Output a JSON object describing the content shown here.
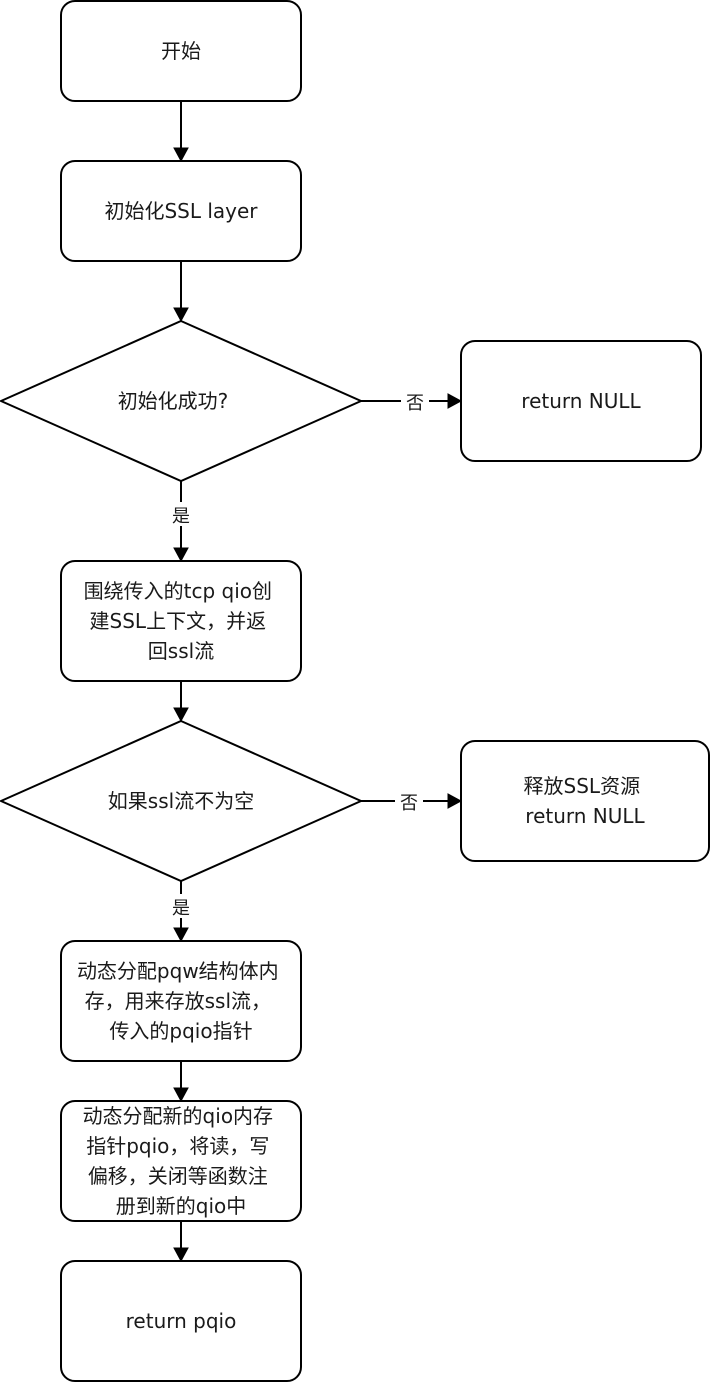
{
  "nodes": {
    "start": {
      "lines": [
        "开始"
      ]
    },
    "init_ssl": {
      "lines": [
        "初始化SSL layer"
      ]
    },
    "init_success": {
      "lines": [
        "初始化成功?"
      ]
    },
    "return_null_1": {
      "lines": [
        "return NULL"
      ]
    },
    "create_ctx": {
      "lines": [
        "围绕传入的tcp qio创",
        "建SSL上下文，并返",
        "回ssl流"
      ]
    },
    "stream_not_empty": {
      "lines": [
        "如果ssl流不为空"
      ]
    },
    "release_ssl": {
      "lines": [
        "释放SSL资源",
        "return NULL"
      ]
    },
    "alloc_pqw": {
      "lines": [
        "动态分配pqw结构体内",
        "存，用来存放ssl流，",
        "传入的pqio指针"
      ]
    },
    "alloc_qio": {
      "lines": [
        "动态分配新的qio内存",
        "指针pqio，将读，写",
        "偏移，关闭等函数注",
        "册到新的qio中"
      ]
    },
    "return_pqio": {
      "lines": [
        "return pqio"
      ]
    }
  },
  "edges": {
    "success_no": "否",
    "success_yes": "是",
    "stream_no": "否",
    "stream_yes": "是"
  }
}
